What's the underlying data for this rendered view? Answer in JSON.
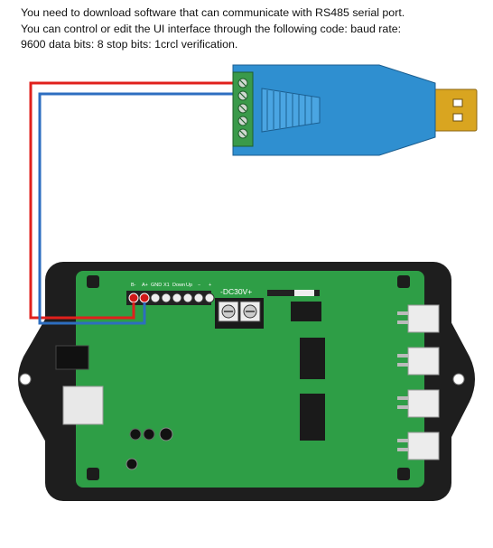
{
  "caption": {
    "line1": "You need to download software that can communicate with RS485 serial port.",
    "line2": "You can control or edit the UI interface through the following code: baud rate:",
    "line3": "9600 data bits: 8 stop bits: 1crcl verification."
  },
  "board": {
    "terminal_labels": [
      "B-",
      "A+",
      "GND",
      "X1",
      "Down",
      "Up",
      "−",
      "+"
    ],
    "power_label": "-DC30V+"
  },
  "colors": {
    "adapter_blue": "#2f8fd0",
    "usb_gold": "#d9a520",
    "terminal_green": "#3a9a4a",
    "pcb_green": "#2e9e46",
    "enclosure": "#1e1e1e",
    "wire_red": "#e0201c",
    "wire_blue": "#2d6ec0"
  },
  "icons": {
    "usb": "usb-connector-icon",
    "screw": "screw-terminal-icon"
  }
}
